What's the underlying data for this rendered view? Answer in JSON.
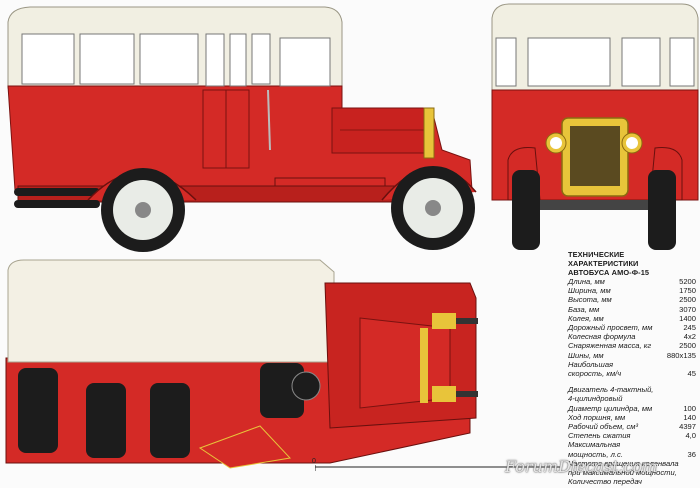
{
  "specs": {
    "title1": "ТЕХНИЧЕСКИЕ ХАРАКТЕРИСТИКИ",
    "title2": "АВТОБУСА АМО-Ф-15",
    "rows": [
      {
        "label": "Длина, мм",
        "value": "5200"
      },
      {
        "label": "Ширина, мм",
        "value": "1750"
      },
      {
        "label": "Высота, мм",
        "value": "2500"
      },
      {
        "label": "База, мм",
        "value": "3070"
      },
      {
        "label": "Колея, мм",
        "value": "1400"
      },
      {
        "label": "Дорожный просвет, мм",
        "value": "245"
      },
      {
        "label": "Колесная формула",
        "value": "4x2"
      },
      {
        "label": "Снаряженная масса, кг",
        "value": "2500"
      },
      {
        "label": "Шины, мм",
        "value": "880x135"
      }
    ],
    "speed_label1": "Наибольшая",
    "speed_label2": "скорость, км/ч",
    "speed_value": "45",
    "engine1": "Двигатель 4-тактный,",
    "engine2": "4-цилиндровый",
    "rows2": [
      {
        "label": "Диаметр цилиндра, мм",
        "value": "100"
      },
      {
        "label": "Ход поршня, мм",
        "value": "140"
      },
      {
        "label": "Рабочий объем, см³",
        "value": "4397"
      },
      {
        "label": "Степень сжатия",
        "value": "4,0"
      }
    ],
    "power1": "Максимальная",
    "power2": "мощность, л.с.",
    "power_value": "36",
    "rpm1": "Частота вращения коленвала",
    "rpm2": "при максимальной мощности,",
    "gears": "Количество передач"
  },
  "scale_zero": "0",
  "watermark": "ForumDiecast.com",
  "colors": {
    "body_red": "#d42a26",
    "roof_cream": "#f1efe2",
    "brass": "#e8c43a",
    "tyre": "#1c1c1c"
  }
}
